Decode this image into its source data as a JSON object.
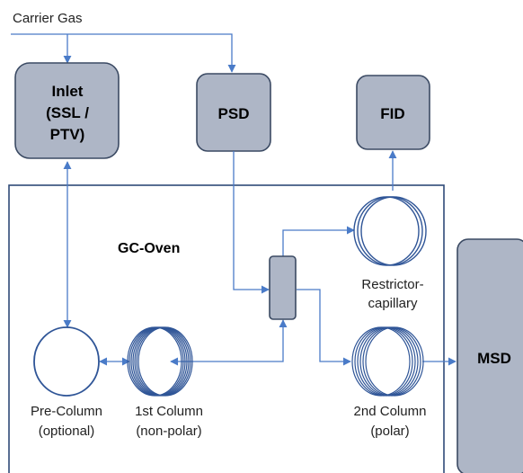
{
  "diagram": {
    "carrier_gas": "Carrier Gas",
    "inlet": {
      "line1": "Inlet",
      "line2": "(SSL /",
      "line3": "PTV)"
    },
    "psd": "PSD",
    "fid": "FID",
    "msd": "MSD",
    "oven_label": "GC-Oven",
    "restrictor": {
      "line1": "Restrictor-",
      "line2": "capillary"
    },
    "pre_column": {
      "line1": "Pre-Column",
      "line2": "(optional)"
    },
    "first_column": {
      "line1": "1st Column",
      "line2": "(non-polar)"
    },
    "second_column": {
      "line1": "2nd Column",
      "line2": "(polar)"
    }
  },
  "colors": {
    "box_fill": "#aeb6c6",
    "box_stroke": "#3b4a63",
    "arrow": "#4a7bc8",
    "oven_stroke": "#2f4a78",
    "coil": "#2f5597"
  }
}
